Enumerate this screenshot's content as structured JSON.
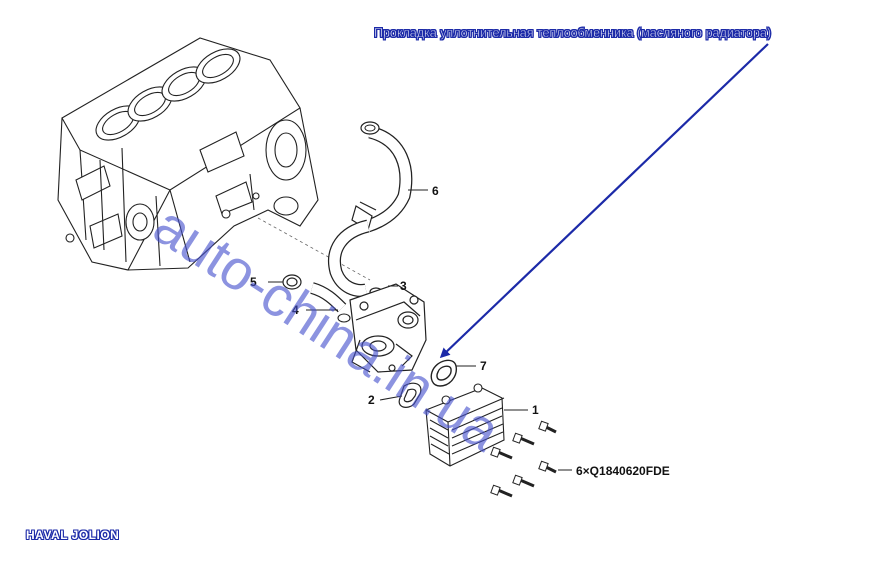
{
  "callout": {
    "text": "Прокладка уплотнительная теплообменника (масляного радиатора)"
  },
  "model": "HAVAL JOLION",
  "watermark": "auto-china.in.ua",
  "parts": {
    "p1": "1",
    "p2": "2",
    "p3": "3",
    "p4": "4",
    "p5": "5",
    "p6": "6",
    "p7": "7",
    "bolt_code": "6×Q1840620FDE"
  },
  "colors": {
    "accent": "#1c2aa8",
    "watermark": "#4650cd",
    "line": "#222222"
  }
}
